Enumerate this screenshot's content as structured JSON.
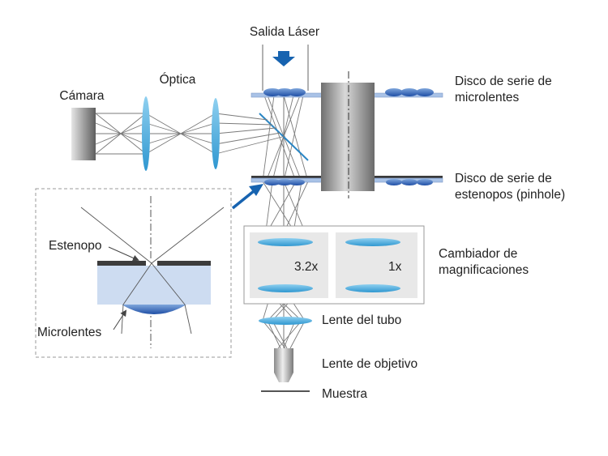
{
  "labels": {
    "laser_output": "Salida Láser",
    "camera": "Cámara",
    "optics": "Óptica",
    "microlens_disk_1": "Disco de serie de",
    "microlens_disk_2": "microlentes",
    "pinhole_disk_1": "Disco de serie de",
    "pinhole_disk_2": "estenopos (pinhole)",
    "changer_1": "Cambiador de",
    "changer_2": "magnificaciones",
    "mag_high": "3.2x",
    "mag_low": "1x",
    "tube_lens": "Lente del tubo",
    "objective": "Lente de objetivo",
    "sample": "Muestra",
    "inset_pinhole": "Estenopo",
    "inset_microlens": "Microlentes"
  },
  "colors": {
    "lens_blue": "#3fa9dc",
    "arrow_blue": "#1763b0",
    "ray_gray": "#7a7a7a",
    "frame_gray": "#999999"
  }
}
